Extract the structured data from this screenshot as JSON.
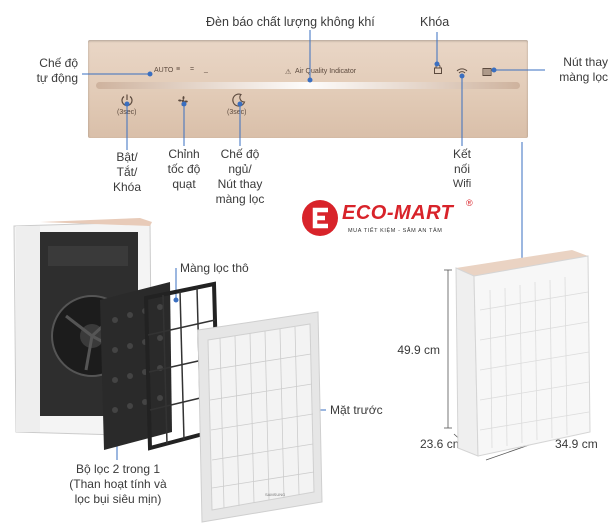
{
  "panel": {
    "auto_text": "AUTO",
    "aqi_text": "Air Quality Indicator",
    "power_hint": "(3sec)",
    "sleep_hint": "(3sec)"
  },
  "labels": {
    "air_quality": "Đèn báo chất lượng không khí",
    "lock": "Khóa",
    "filter_replace_top": [
      "Nút thay",
      "màng lọc"
    ],
    "auto_mode": [
      "Chế độ",
      "tự động"
    ],
    "power": [
      "Bật/",
      "Tắt/",
      "Khóa"
    ],
    "fan_speed": [
      "Chỉnh",
      "tốc độ",
      "quạt"
    ],
    "sleep": [
      "Chế độ",
      "ngủ/",
      "Nút thay",
      "màng lọc"
    ],
    "wifi": [
      "Kết",
      "nối",
      "Wifi"
    ],
    "pre_filter": "Màng lọc thô",
    "front_cover": "Mặt trước",
    "combo_filter": [
      "Bộ lọc 2 trong 1",
      "(Than hoạt tính và",
      "lọc bụi siêu mịn)"
    ]
  },
  "dimensions": {
    "height": "49.9 cm",
    "depth": "23.6 cm",
    "width": "34.9 cm"
  },
  "brand": {
    "name": "ECO-MART",
    "tagline": "MUA TIẾT KIỆM - SẮM AN TÂM",
    "reg": "®",
    "letter": "E",
    "color": "#d8232a"
  },
  "device_label": "SAMSUNG"
}
